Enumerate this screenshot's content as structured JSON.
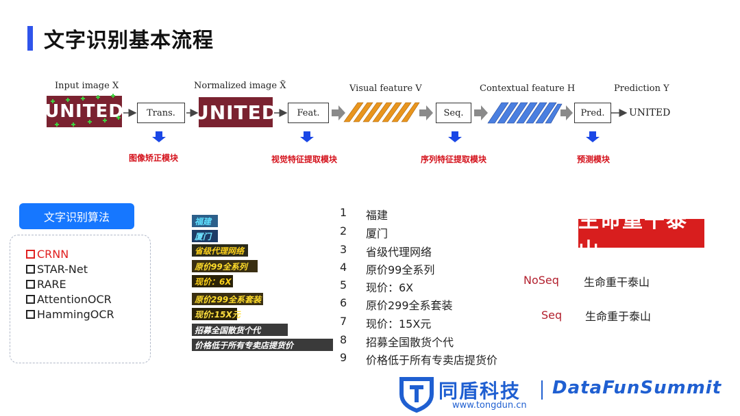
{
  "title": "文字识别基本流程",
  "pipeline": {
    "input_label": "Input image X",
    "normalized_label": "Normalized image X̃",
    "visual_label": "Visual feature V",
    "contextual_label": "Contextual feature H",
    "prediction_label": "Prediction Y",
    "image_word": "UNITED",
    "trans": "Trans.",
    "feat": "Feat.",
    "seq": "Seq.",
    "pred": "Pred.",
    "output": "UNITED",
    "modules": [
      "图像矫正模块",
      "视觉特征提取模块",
      "序列特征提取模块",
      "预测模块"
    ]
  },
  "algorithms": {
    "button": "文字识别算法",
    "items": [
      "CRNN",
      "STAR-Net",
      "RARE",
      "AttentionOCR",
      "HammingOCR"
    ],
    "highlight_color": "#e02020"
  },
  "samples": [
    "福建",
    "厦门",
    "省级代理网络",
    "原价99全系列",
    "现价：6X",
    "原价299全系套装",
    "现价:15X元",
    "招募全国散货个代",
    "价格低于所有专卖店提货价"
  ],
  "results": {
    "numbers": [
      "1",
      "2",
      "3",
      "4",
      "5",
      "6",
      "7",
      "8",
      "9"
    ],
    "texts": [
      "福建",
      "厦门",
      "省级代理网络",
      "原价99全系列",
      "现价：6X",
      "原价299全系套装",
      "现价：15X元",
      "招募全国散货个代",
      "价格低于所有专卖店提货价"
    ]
  },
  "comparison": {
    "image_text": "生命重干泰山",
    "noseq_label": "NoSeq",
    "noseq_result": "生命重干泰山",
    "seq_label": "Seq",
    "seq_result": "生命重于泰山"
  },
  "footer": {
    "company": "同盾科技",
    "summit": "DataFunSummit",
    "url": "www.tongdun.cn"
  }
}
